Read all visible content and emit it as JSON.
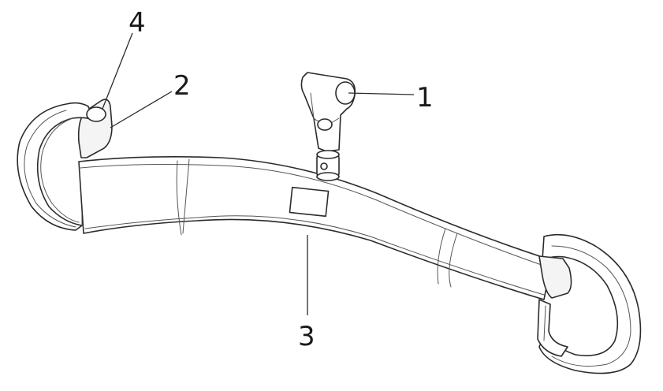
{
  "diagram": {
    "callouts": [
      {
        "id": "1",
        "label": "1"
      },
      {
        "id": "2",
        "label": "2"
      },
      {
        "id": "3",
        "label": "3"
      },
      {
        "id": "4",
        "label": "4"
      }
    ],
    "colors": {
      "stroke": "#2b2b2b",
      "background": "#ffffff",
      "fill": "#f4f4f4"
    }
  }
}
